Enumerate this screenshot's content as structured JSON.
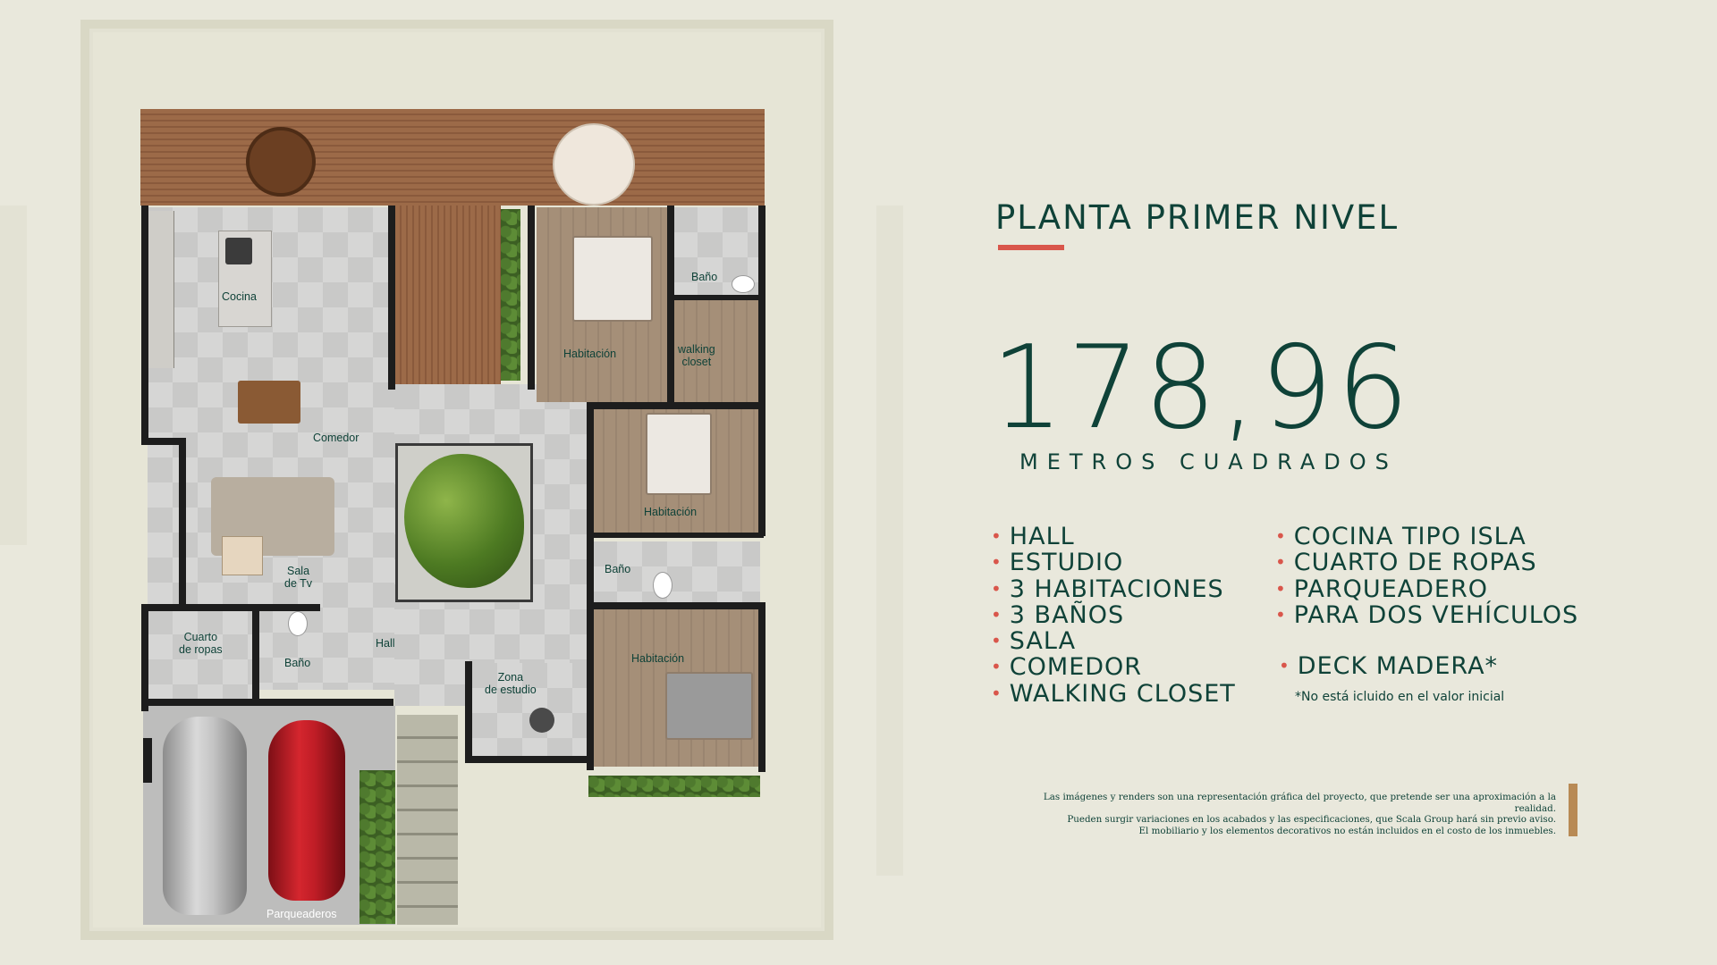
{
  "header": {
    "title": "PLANTA PRIMER NIVEL"
  },
  "area": {
    "value": "178,96",
    "unit": "METROS CUADRADOS"
  },
  "features": {
    "left": [
      "HALL",
      "ESTUDIO",
      "3 HABITACIONES",
      "3 BAÑOS",
      "SALA",
      "COMEDOR",
      "WALKING CLOSET"
    ],
    "right": [
      "COCINA TIPO ISLA",
      "CUARTO DE ROPAS",
      "PARQUEADERO",
      "PARA DOS VEHÍCULOS"
    ],
    "extra": "DECK MADERA*",
    "note": "*No está icluido en el valor inicial"
  },
  "disclaimer": [
    "Las imágenes y renders son una representación gráfica del proyecto, que pretende ser una aproximación a la realidad.",
    "Pueden surgir variaciones en los acabados y las especificaciones, que Scala Group hará sin previo aviso.",
    "El mobiliario y los elementos decorativos no están incluidos en el costo de los inmuebles."
  ],
  "plan": {
    "rooms": {
      "cocina": "Cocina",
      "comedor": "Comedor",
      "sala_tv": [
        "Sala",
        "de Tv"
      ],
      "cuarto_ropas": [
        "Cuarto",
        "de ropas"
      ],
      "bano_social": "Baño",
      "hall": "Hall",
      "zona_estudio": [
        "Zona",
        "de estudio"
      ],
      "habitacion_principal": "Habitación",
      "bano_principal": "Baño",
      "walking_closet": [
        "walking",
        "closet"
      ],
      "habitacion_2": "Habitación",
      "bano_2": "Baño",
      "habitacion_3": "Habitación",
      "parqueaderos": "Parqueaderos"
    }
  },
  "colors": {
    "primary_text": "#0f4238",
    "accent": "#d9564b",
    "bullet": "#d9564b",
    "disclaimer_bar": "#b88a55",
    "background": "#e9e8dc"
  }
}
